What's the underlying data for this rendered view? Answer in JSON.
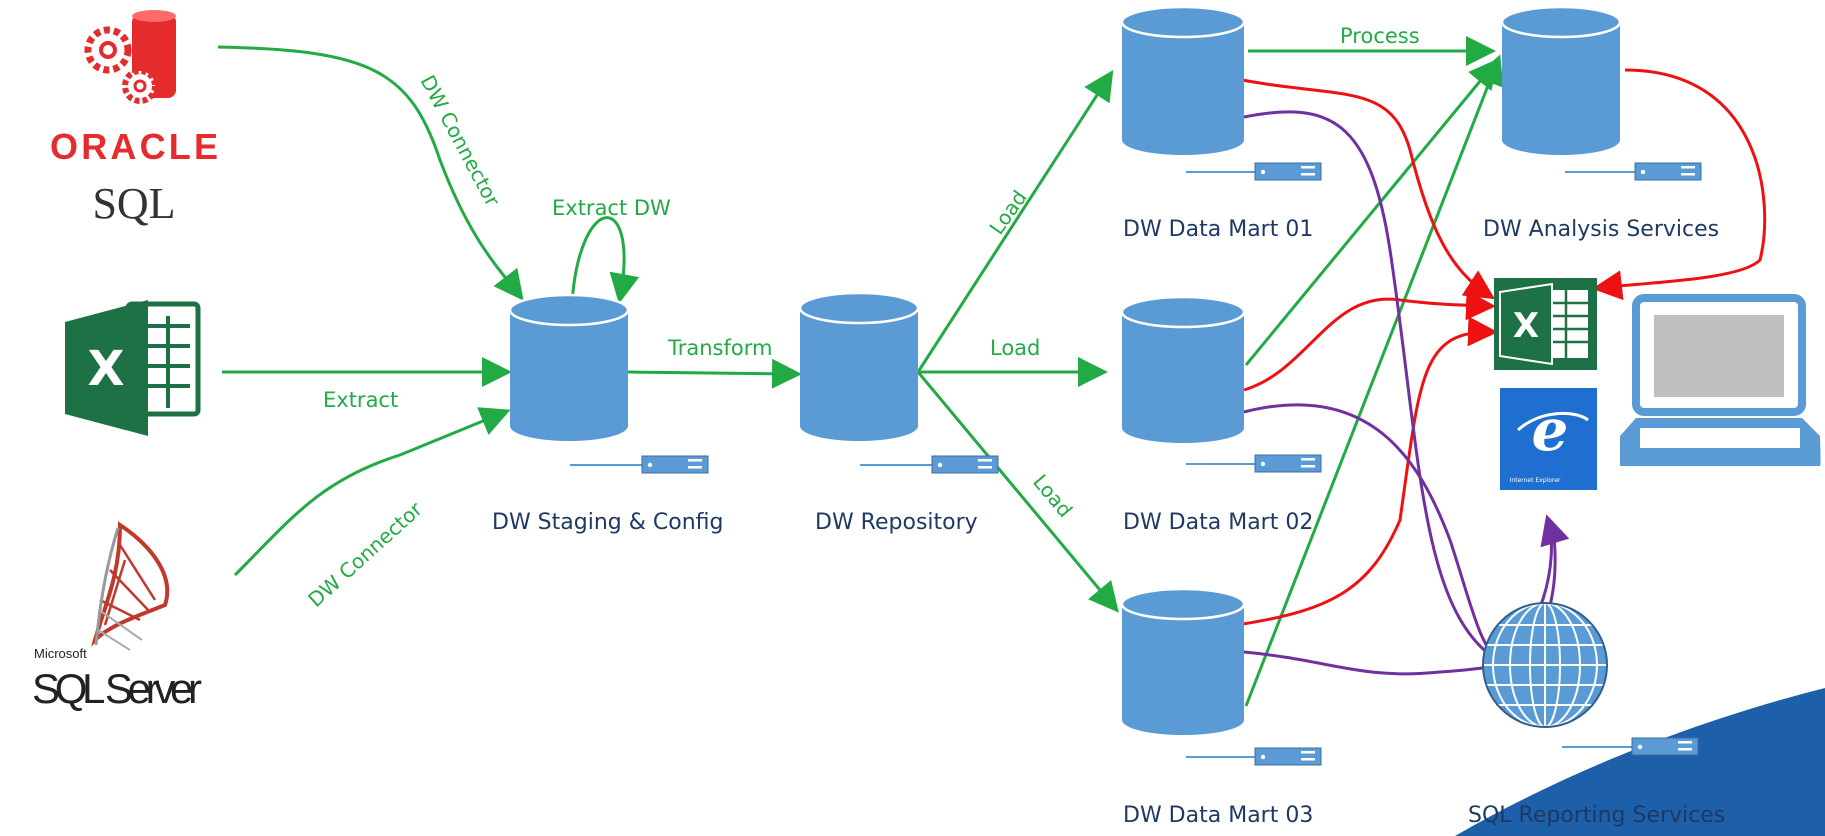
{
  "sources": {
    "oracle": {
      "brand": "ORACLE",
      "product": "SQL"
    },
    "sqlserver": {
      "brand": "Microsoft",
      "product": "SQL Server"
    },
    "excel": {
      "glyph": "X"
    }
  },
  "nodes": {
    "staging": "DW Staging & Config",
    "repository": "DW Repository",
    "mart1": "DW Data Mart 01",
    "mart2": "DW Data Mart 02",
    "mart3": "DW Data Mart 03",
    "analysis": "DW Analysis Services",
    "reporting": "SQL Reporting Services"
  },
  "edges": {
    "dw_connector_top": "DW Connector",
    "extract": "Extract",
    "dw_connector_bottom": "DW Connector",
    "extract_dw": "Extract DW",
    "transform": "Transform",
    "load_up": "Load",
    "load_mid": "Load",
    "load_down": "Load",
    "process": "Process"
  },
  "clients": {
    "excel_glyph": "X",
    "ie_caption": "Internet Explorer",
    "ie_glyph": "e"
  },
  "colors": {
    "green_flow": "#22aa44",
    "label_green": "#22aa44",
    "red_flow": "#ee1111",
    "purple_flow": "#7030a0",
    "db_blue": "#5b9bd5",
    "db_top": "#5b9bd5",
    "excel_green": "#1e7145",
    "ie_blue": "#1e6fd0",
    "laptop_blue": "#5b9bd5",
    "screen_gray": "#bfbfbf",
    "accent_blue": "#1d5fa8",
    "label_dark": "#1f3864"
  }
}
